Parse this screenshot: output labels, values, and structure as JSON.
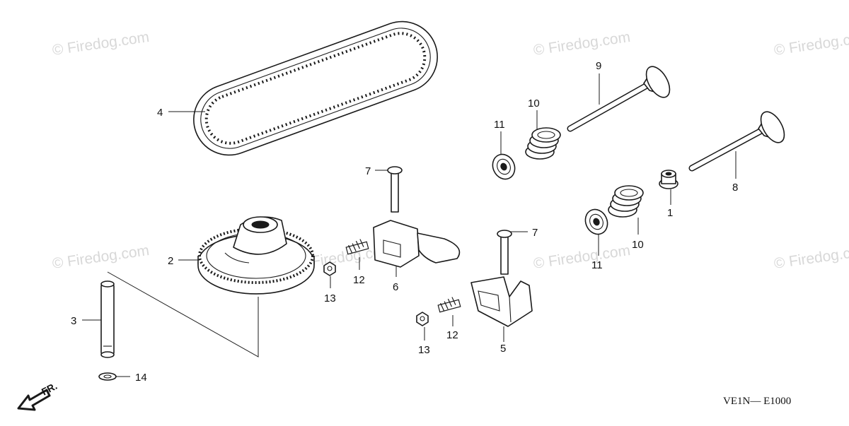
{
  "watermark": "© Firedog.com",
  "diagram_code": "VE1N— E1000",
  "direction_label": "FR.",
  "callouts": {
    "c1": "1",
    "c2": "2",
    "c3": "3",
    "c4": "4",
    "c5": "5",
    "c6": "6",
    "c7a": "7",
    "c7b": "7",
    "c8": "8",
    "c9": "9",
    "c10a": "10",
    "c10b": "10",
    "c11a": "11",
    "c11b": "11",
    "c12a": "12",
    "c12b": "12",
    "c13a": "13",
    "c13b": "13",
    "c14": "14"
  },
  "colors": {
    "ink": "#1a1a1a",
    "watermark": "#d8d8d8",
    "background": "#ffffff"
  }
}
